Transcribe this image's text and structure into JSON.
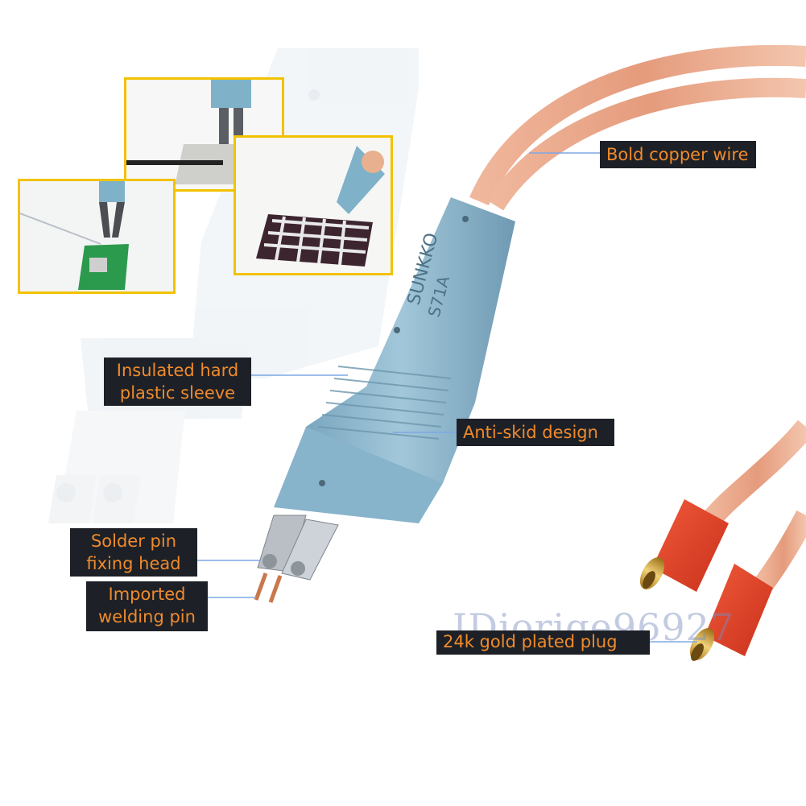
{
  "labels": {
    "copper_wire": "Bold copper wire",
    "sleeve_line1": "Insulated hard",
    "sleeve_line2": "plastic sleeve",
    "anti_skid": "Anti-skid design",
    "fixing_line1": "Solder pin",
    "fixing_line2": "fixing head",
    "pin_line1": "Imported",
    "pin_line2": "welding pin",
    "plug": "24k gold plated plug"
  },
  "handle_text": {
    "brand": "SUNKKO",
    "model": "S71A"
  },
  "watermark": "IDiorige96927",
  "colors": {
    "label_bg": "#1d2127",
    "label_text": "#f08a2c",
    "inset_border": "#f2c200",
    "handle_blue": "#8fb8cf",
    "copper": "#e8a58a",
    "plug_red": "#e0381f",
    "plug_gold": "#c89a2a"
  }
}
